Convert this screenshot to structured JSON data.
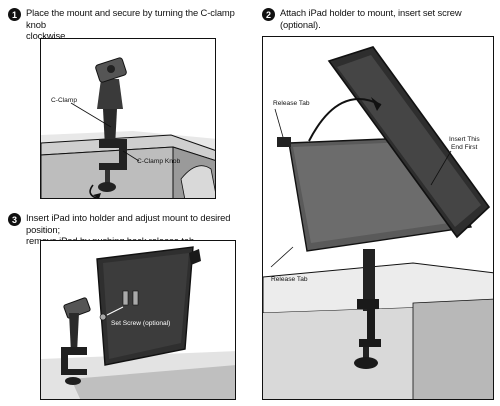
{
  "steps": [
    {
      "number": "1",
      "text_lines": [
        "Place the mount and secure by turning the C-clamp knob",
        "clockwise."
      ]
    },
    {
      "number": "2",
      "text_lines": [
        "Attach iPad holder to mount, insert set screw (optional)."
      ]
    },
    {
      "number": "3",
      "text_lines": [
        "Insert iPad into holder and adjust mount to desired position;",
        "remove iPad by pushing back release tab."
      ]
    }
  ],
  "callouts": {
    "c_clamp": "C-Clamp",
    "c_clamp_knob": "C-Clamp Knob",
    "release_tab_top": "Release Tab",
    "release_tab_bottom": "Release Tab",
    "insert_end_lines": [
      "Insert This",
      "End First"
    ],
    "set_screw": "Set Screw (optional)"
  }
}
